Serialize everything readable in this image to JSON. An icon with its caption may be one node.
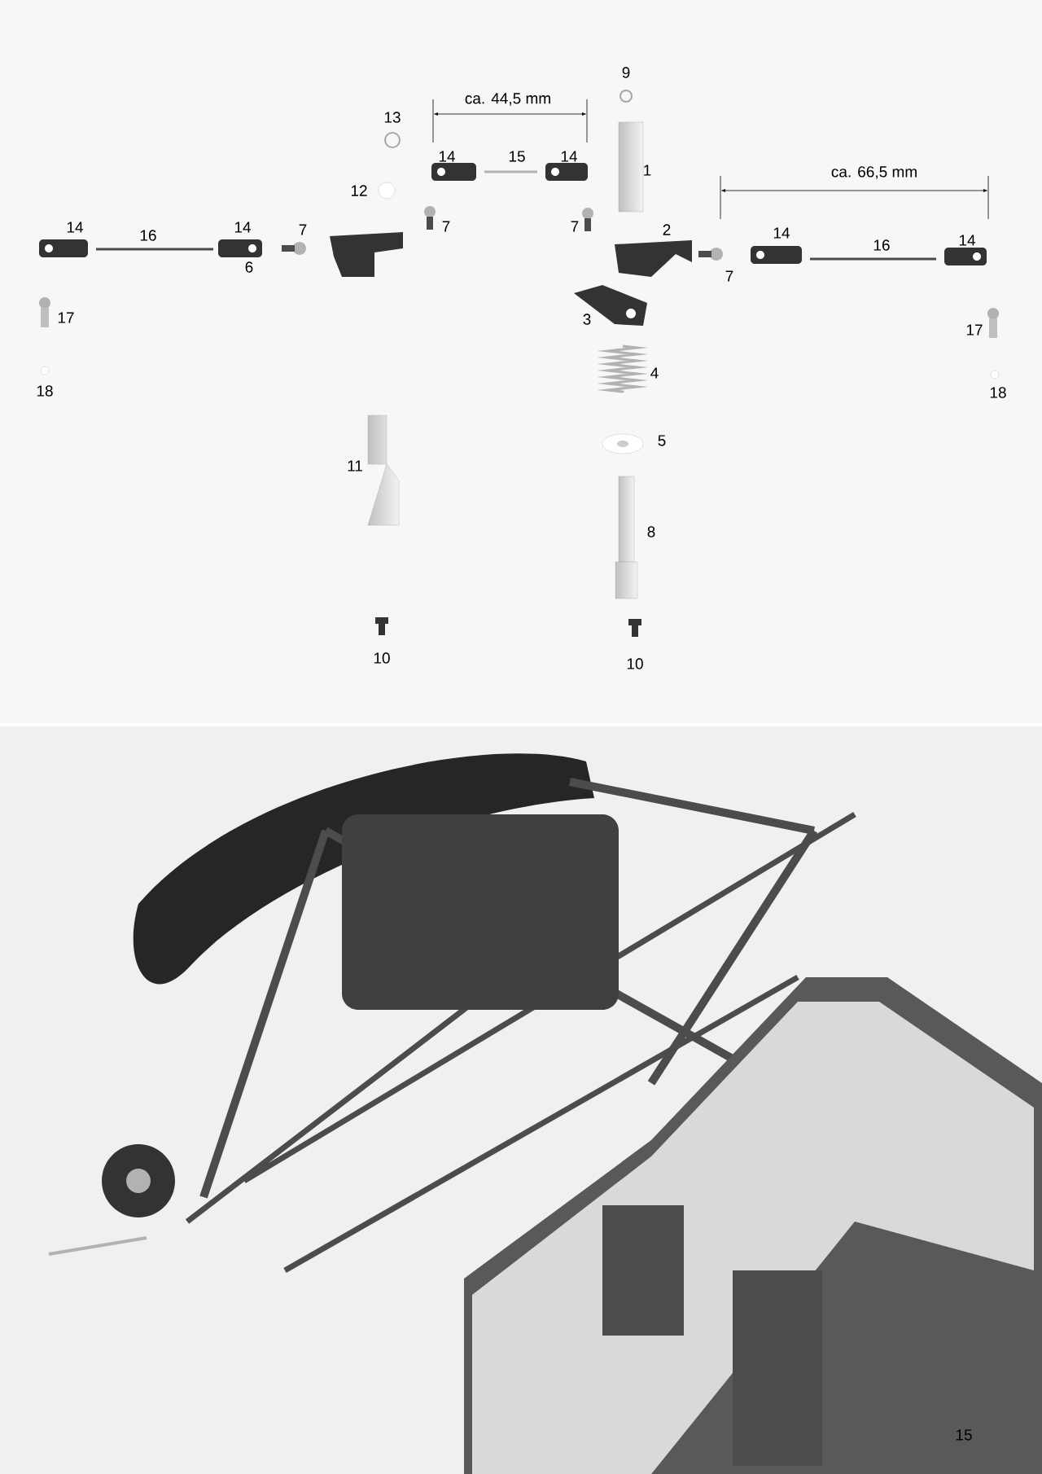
{
  "diagram": {
    "labels": [
      "9",
      "ca. 44,5 mm",
      "13",
      "14",
      "15",
      "14",
      "1",
      "ca. 66,5 mm",
      "12",
      "14",
      "16",
      "14",
      "7",
      "7",
      "7",
      "2",
      "14",
      "16",
      "14",
      "6",
      "7",
      "17",
      "3",
      "17",
      "4",
      "18",
      "18",
      "5",
      "11",
      "8",
      "10",
      "10",
      "15"
    ]
  }
}
